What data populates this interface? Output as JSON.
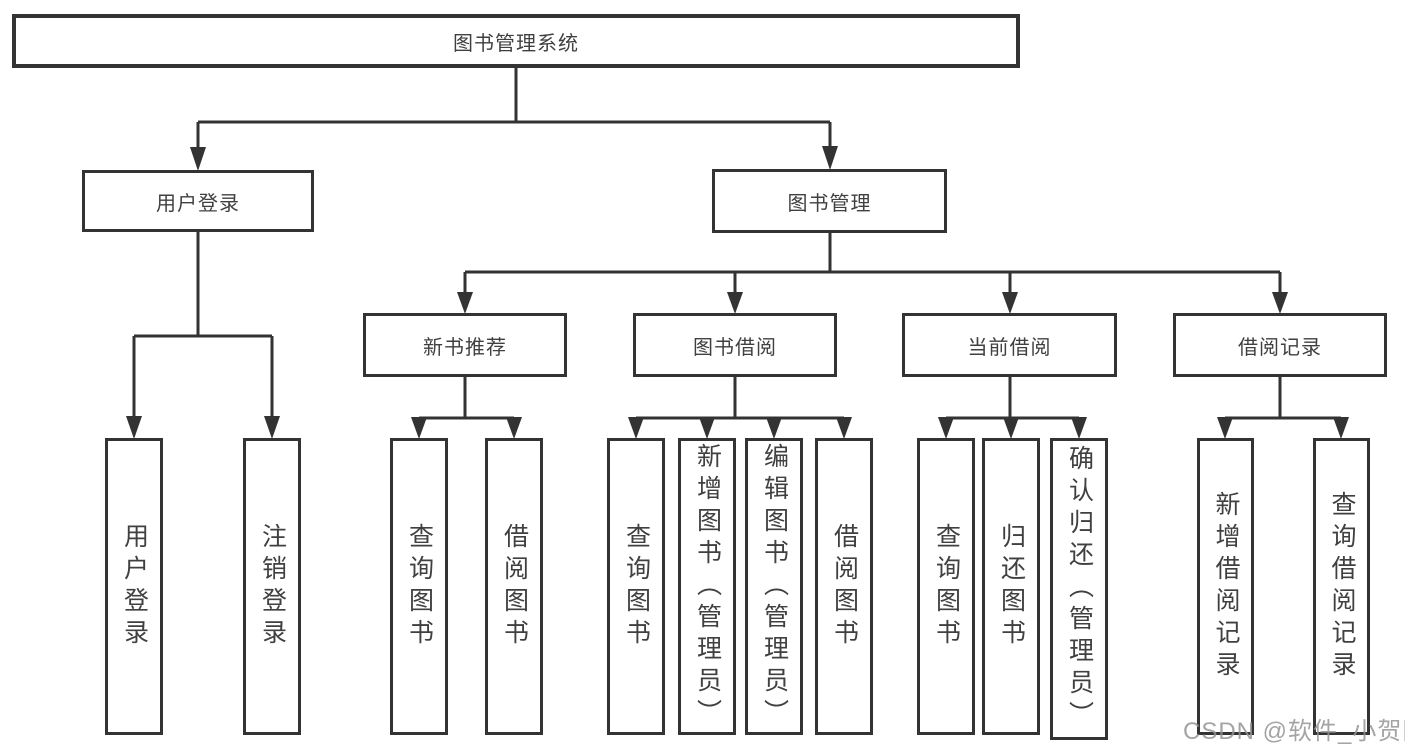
{
  "tree": {
    "root": {
      "label": "图书管理系统"
    },
    "user_login": {
      "label": "用户登录",
      "children": [
        {
          "label": "用户登录"
        },
        {
          "label": "注销登录"
        }
      ]
    },
    "book_management": {
      "label": "图书管理",
      "children": [
        {
          "label": "新书推荐",
          "children": [
            {
              "label": "查询图书"
            },
            {
              "label": "借阅图书"
            }
          ]
        },
        {
          "label": "图书借阅",
          "children": [
            {
              "label": "查询图书"
            },
            {
              "label": "新增图书（管理员）"
            },
            {
              "label": "编辑图书（管理员）"
            },
            {
              "label": "借阅图书"
            }
          ]
        },
        {
          "label": "当前借阅",
          "children": [
            {
              "label": "查询图书"
            },
            {
              "label": "归还图书"
            },
            {
              "label": "确认归还（管理员）"
            }
          ]
        },
        {
          "label": "借阅记录",
          "children": [
            {
              "label": "新增借阅记录"
            },
            {
              "label": "查询借阅记录"
            }
          ]
        }
      ]
    }
  },
  "watermark": {
    "text": "CSDN @软件_小贺同学"
  },
  "colors": {
    "line": "#333333",
    "box_border": "#333333",
    "text": "#404040",
    "watermark": "#949494",
    "background": "#ffffff"
  }
}
